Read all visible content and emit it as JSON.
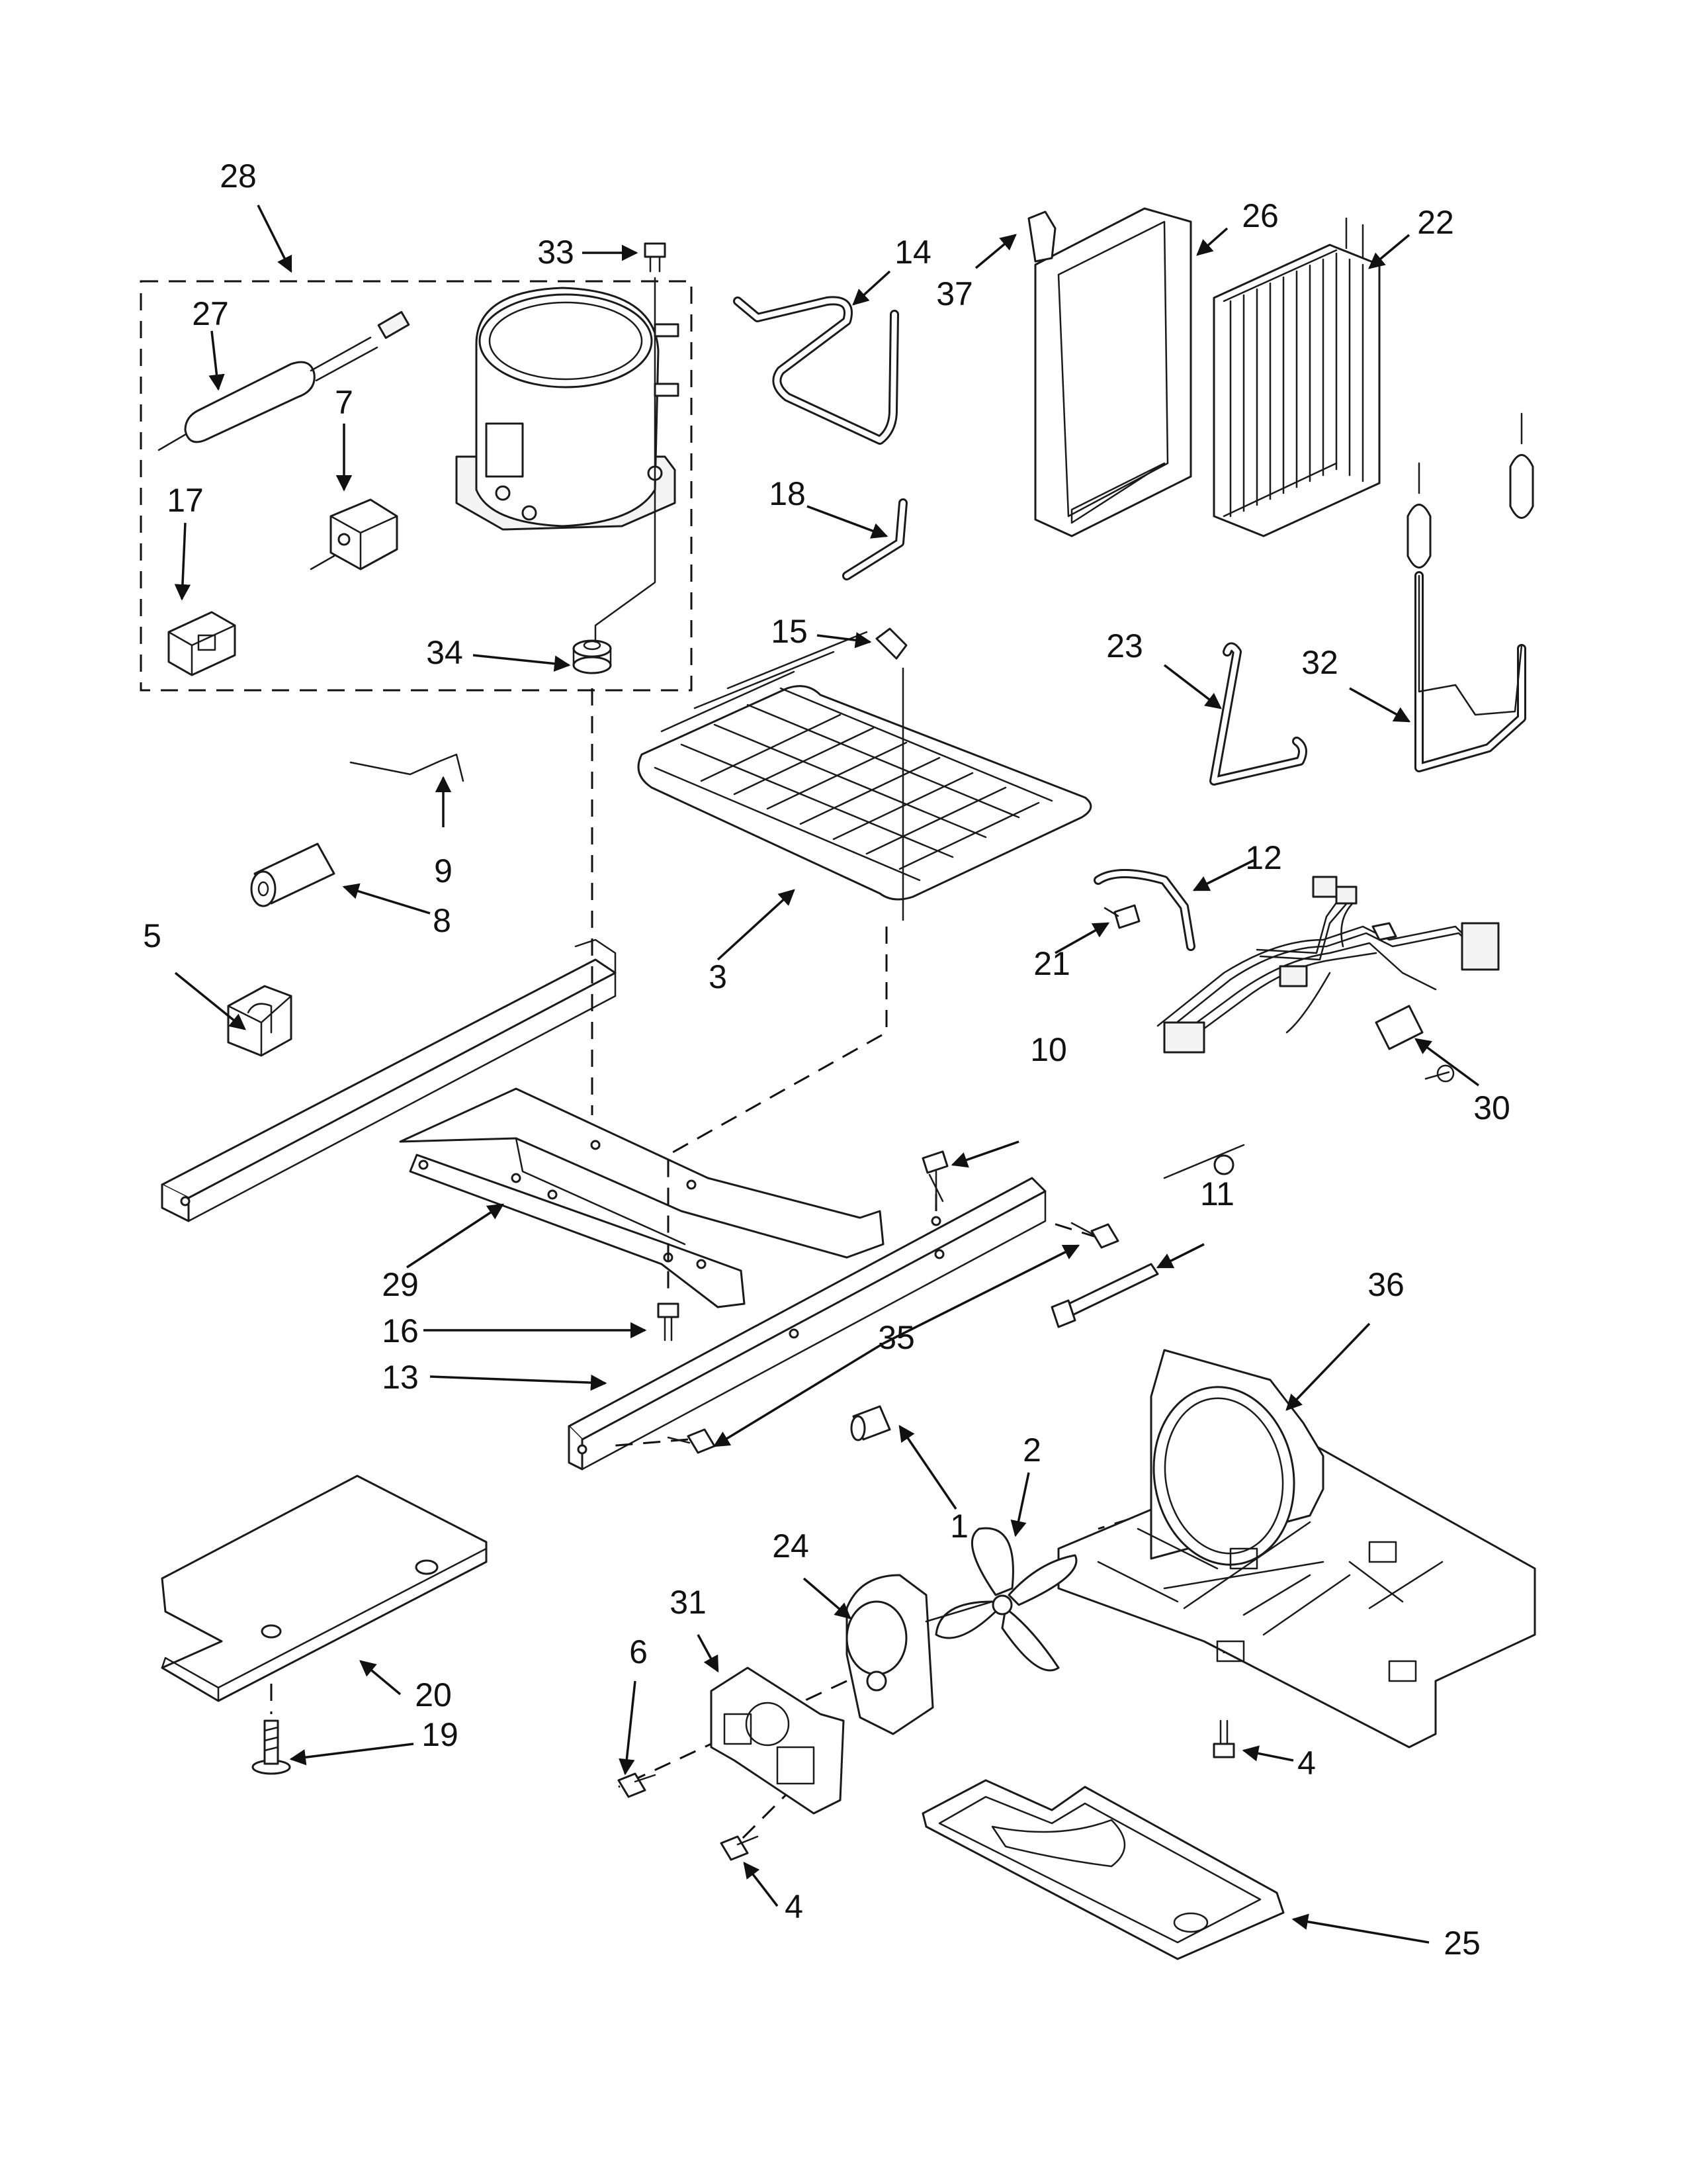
{
  "diagram": {
    "callouts": [
      "1",
      "2",
      "3",
      "4",
      "4",
      "5",
      "6",
      "7",
      "8",
      "9",
      "10",
      "11",
      "12",
      "13",
      "14",
      "15",
      "16",
      "17",
      "18",
      "19",
      "20",
      "21",
      "22",
      "23",
      "24",
      "25",
      "26",
      "27",
      "28",
      "29",
      "30",
      "31",
      "32",
      "33",
      "34",
      "35",
      "36",
      "37"
    ]
  },
  "colors": {
    "line": "#1a1a1a",
    "paper": "#ffffff"
  }
}
